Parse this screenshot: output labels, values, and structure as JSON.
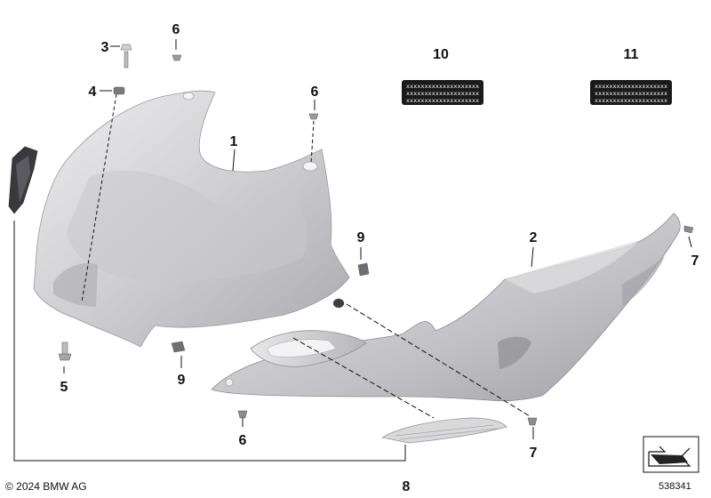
{
  "callouts": {
    "c1": "1",
    "c2": "2",
    "c3": "3",
    "c4": "4",
    "c5": "5",
    "c6a": "6",
    "c6b": "6",
    "c6c": "6",
    "c7a": "7",
    "c7b": "7",
    "c8": "8",
    "c9a": "9",
    "c9b": "9",
    "c10": "10",
    "c11": "11"
  },
  "stickers": {
    "line": "xxxxxxxxxxxxxxxxxxxx"
  },
  "footer": {
    "copyright": "© 2024 BMW AG",
    "diagram_id": "538341"
  },
  "colors": {
    "part_light": "#e4e4e6",
    "part_mid": "#c4c4c8",
    "part_dark": "#9c9ca2",
    "sticker_bg": "#1a1a1a",
    "line": "#111111"
  },
  "icons": {
    "nav": "arrow-nav-icon"
  }
}
